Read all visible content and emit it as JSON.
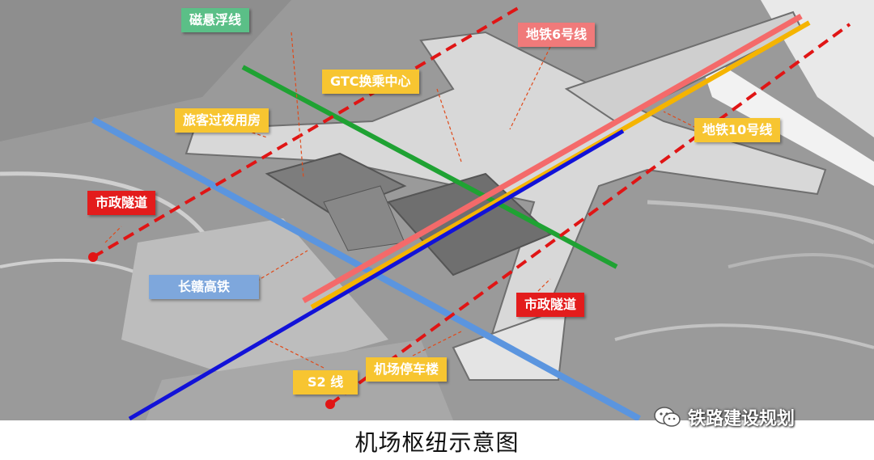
{
  "labels": {
    "maglev": "磁悬浮线",
    "metro6": "地铁6号线",
    "gtc": "GTC换乘中心",
    "hotel": "旅客过夜用房",
    "metro10": "地铁10号线",
    "tunnel_left": "市政隧道",
    "changgan": "长赣高铁",
    "tunnel_right": "市政隧道",
    "s2": "S2 线",
    "parking": "机场停车楼"
  },
  "caption": "机场枢纽示意图",
  "watermark": {
    "text": "铁路建设规划",
    "icon": "wechat-icon"
  },
  "colors": {
    "maglev": "#1fa233",
    "metro6": "#f46a6a",
    "metro10": "#f5b400",
    "tunnel": "#e01515",
    "changgan": "#5b95df",
    "s2": "#1212d8"
  }
}
